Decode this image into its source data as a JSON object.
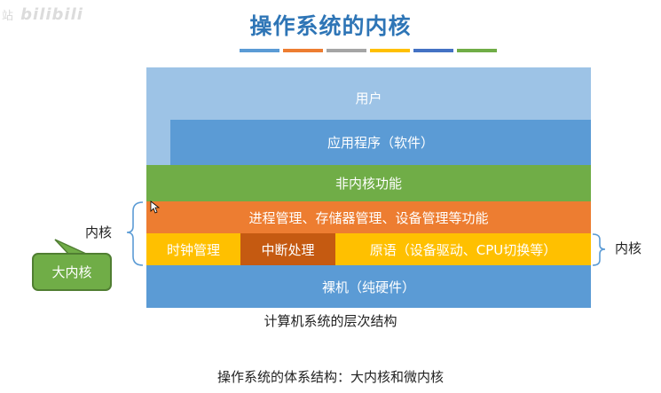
{
  "watermark": {
    "prefix": "站 ",
    "logo": "bilibili"
  },
  "title": "操作系统的内核",
  "title_bar_colors": [
    "#5b9bd5",
    "#ed7d31",
    "#a5a5a5",
    "#ffc000",
    "#4472c4",
    "#70ad47"
  ],
  "layers": {
    "user": "用户",
    "application": "应用程序（软件）",
    "non_kernel": "非内核功能",
    "process_mgmt": "进程管理、存储器管理、设备管理等功能",
    "clock": "时钟管理",
    "interrupt": "中断处理",
    "primitives": "原语（设备驱动、CPU切换等）",
    "bare_machine": "裸机（纯硬件）"
  },
  "labels": {
    "kernel_left": "内核",
    "kernel_right": "内核",
    "big_kernel": "大内核"
  },
  "captions": {
    "structure": "计算机系统的层次结构",
    "bottom": "操作系统的体系结构：大内核和微内核"
  },
  "colors": {
    "user": "#9dc3e6",
    "application": "#5b9bd5",
    "non_kernel": "#70ad47",
    "process_mgmt": "#ed7d31",
    "clock": "#ffc000",
    "interrupt": "#c55a11",
    "bare_machine": "#5b9bd5"
  }
}
